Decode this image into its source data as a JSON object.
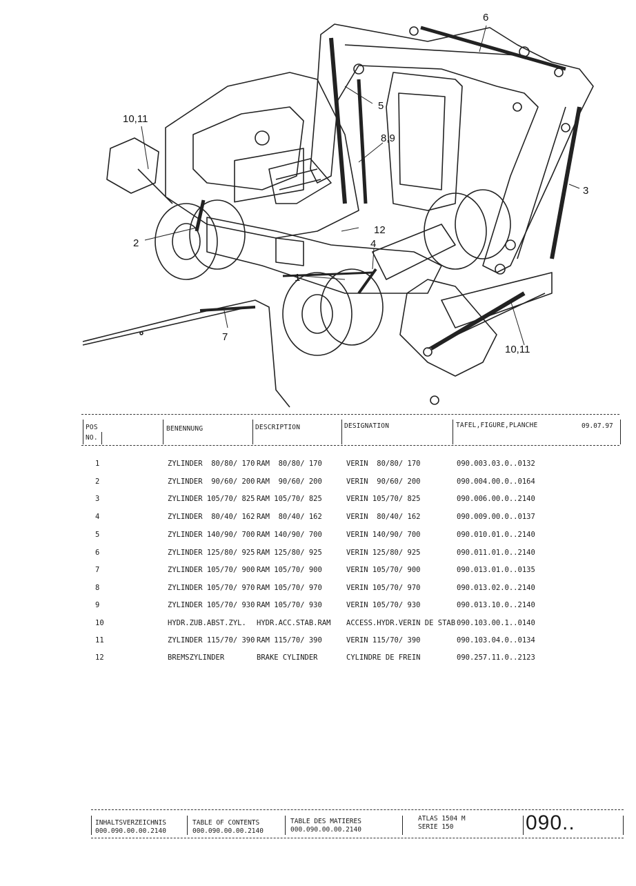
{
  "callouts": [
    "6",
    "10,11",
    "5",
    "8,9",
    "3",
    "12",
    "2",
    "4",
    "1",
    "7",
    "10,11"
  ],
  "table": {
    "headers": {
      "pos": "POS",
      "no": "NO.",
      "benennung": "BENENNUNG",
      "description": "DESCRIPTION",
      "designation": "DESIGNATION",
      "tafel": "TAFEL,FIGURE,PLANCHE",
      "date": "09.07.97"
    },
    "rows": [
      {
        "pos": "1",
        "ben": "ZYLINDER  80/80/ 170",
        "des": "RAM  80/80/ 170",
        "dsg": "VERIN  80/80/ 170",
        "taf": "090.003.03.0..0132"
      },
      {
        "pos": "2",
        "ben": "ZYLINDER  90/60/ 200",
        "des": "RAM  90/60/ 200",
        "dsg": "VERIN  90/60/ 200",
        "taf": "090.004.00.0..0164"
      },
      {
        "pos": "3",
        "ben": "ZYLINDER 105/70/ 825",
        "des": "RAM 105/70/ 825",
        "dsg": "VERIN 105/70/ 825",
        "taf": "090.006.00.0..2140"
      },
      {
        "pos": "4",
        "ben": "ZYLINDER  80/40/ 162",
        "des": "RAM  80/40/ 162",
        "dsg": "VERIN  80/40/ 162",
        "taf": "090.009.00.0..0137"
      },
      {
        "pos": "5",
        "ben": "ZYLINDER 140/90/ 700",
        "des": "RAM 140/90/ 700",
        "dsg": "VERIN 140/90/ 700",
        "taf": "090.010.01.0..2140"
      },
      {
        "pos": "6",
        "ben": "ZYLINDER 125/80/ 925",
        "des": "RAM 125/80/ 925",
        "dsg": "VERIN 125/80/ 925",
        "taf": "090.011.01.0..2140"
      },
      {
        "pos": "7",
        "ben": "ZYLINDER 105/70/ 900",
        "des": "RAM 105/70/ 900",
        "dsg": "VERIN 105/70/ 900",
        "taf": "090.013.01.0..0135"
      },
      {
        "pos": "8",
        "ben": "ZYLINDER 105/70/ 970",
        "des": "RAM 105/70/ 970",
        "dsg": "VERIN 105/70/ 970",
        "taf": "090.013.02.0..2140"
      },
      {
        "pos": "9",
        "ben": "ZYLINDER 105/70/ 930",
        "des": "RAM 105/70/ 930",
        "dsg": "VERIN 105/70/ 930",
        "taf": "090.013.10.0..2140"
      },
      {
        "pos": "10",
        "ben": "HYDR.ZUB.ABST.ZYL.",
        "des": "HYDR.ACC.STAB.RAM",
        "dsg": "ACCESS.HYDR.VERIN DE STAB",
        "taf": "090.103.00.1..0140"
      },
      {
        "pos": "11",
        "ben": "ZYLINDER 115/70/ 390",
        "des": "RAM 115/70/ 390",
        "dsg": "VERIN 115/70/ 390",
        "taf": "090.103.04.0..0134"
      },
      {
        "pos": "12",
        "ben": "BREMSZYLINDER",
        "des": "BRAKE CYLINDER",
        "dsg": "CYLINDRE DE FREIN",
        "taf": "090.257.11.0..2123"
      }
    ]
  },
  "footer": {
    "de_title": "INHALTSVERZEICHNIS",
    "de_code": "000.090.00.00.2140",
    "en_title": "TABLE OF CONTENTS",
    "en_code": "000.090.00.00.2140",
    "fr_title": "TABLE DES MATIERES",
    "fr_code": "000.090.00.00.2140",
    "model": "ATLAS 1504 M",
    "series": "SERIE 150",
    "section": "090.."
  }
}
